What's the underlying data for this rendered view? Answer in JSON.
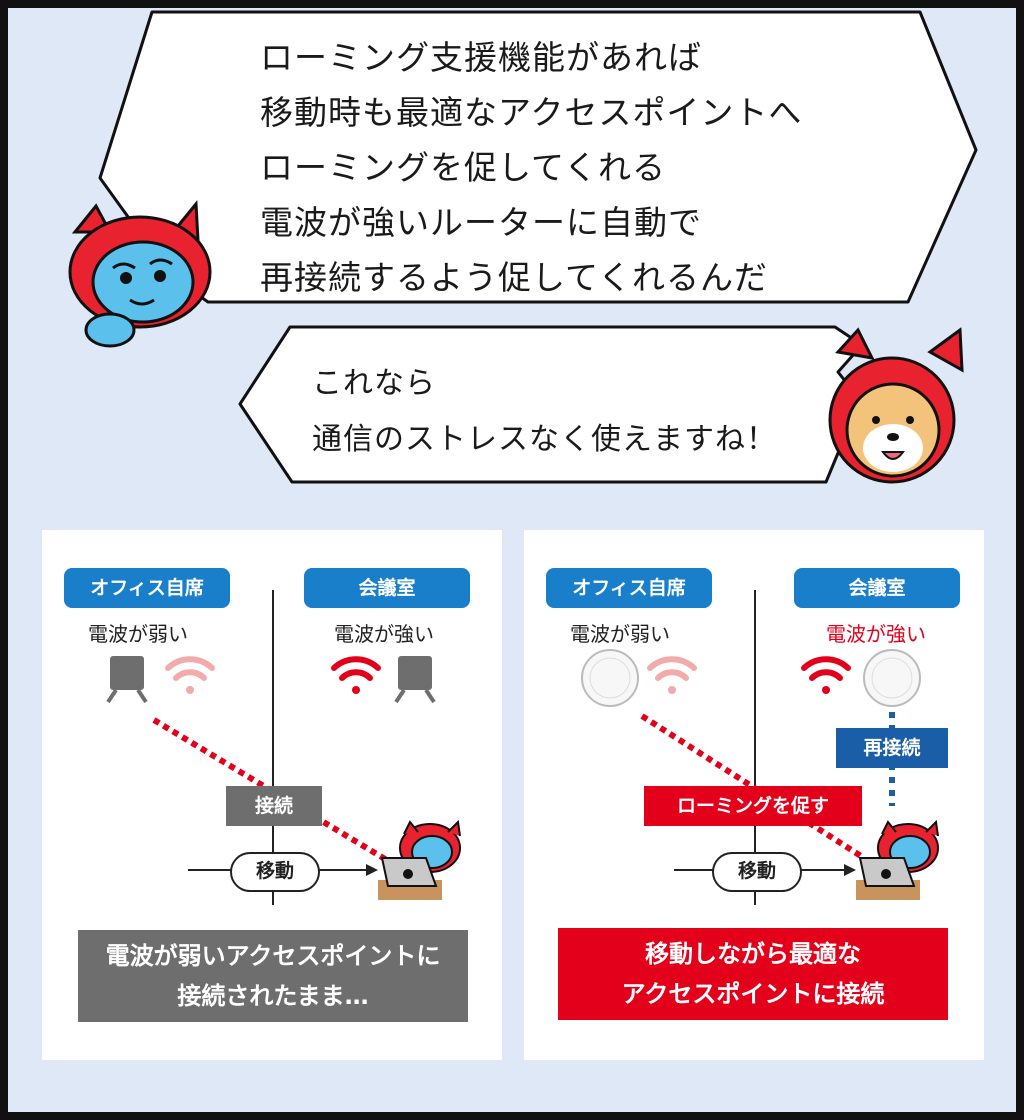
{
  "speech": {
    "main_lines": [
      "ローミング支援機能があれば",
      "移動時も最適なアクセスポイントへ",
      "ローミングを促してくれる",
      "電波が強いルーターに自動で",
      "再接続するよう促してくれるんだ"
    ],
    "reply_lines": [
      "これなら",
      "通信のストレスなく使えますね！"
    ]
  },
  "left_panel": {
    "tag_office": "オフィス自席",
    "tag_meeting": "会議室",
    "signal_weak": "電波が弱い",
    "signal_strong": "電波が強い",
    "connect_label": "接続",
    "move_label": "移動",
    "result_lines": [
      "電波が弱いアクセスポイントに",
      "接続されたまま…"
    ]
  },
  "right_panel": {
    "tag_office": "オフィス自席",
    "tag_meeting": "会議室",
    "signal_weak": "電波が弱い",
    "signal_strong": "電波が強い",
    "reconnect_label": "再接続",
    "roaming_label": "ローミングを促す",
    "move_label": "移動",
    "result_lines": [
      "移動しながら最適な",
      "アクセスポイントに接続"
    ]
  },
  "colors": {
    "background": "#dfe8f6",
    "tag_blue": "#1a7fcb",
    "accent_red": "#e3001b",
    "gray_box": "#6e6e6e",
    "reconnect_blue": "#1b5ea8"
  },
  "icons": [
    "cat-character-icon",
    "dog-character-icon",
    "wifi-strong-icon",
    "wifi-weak-icon",
    "router-gray-icon",
    "access-point-white-icon",
    "laptop-cat-icon"
  ]
}
